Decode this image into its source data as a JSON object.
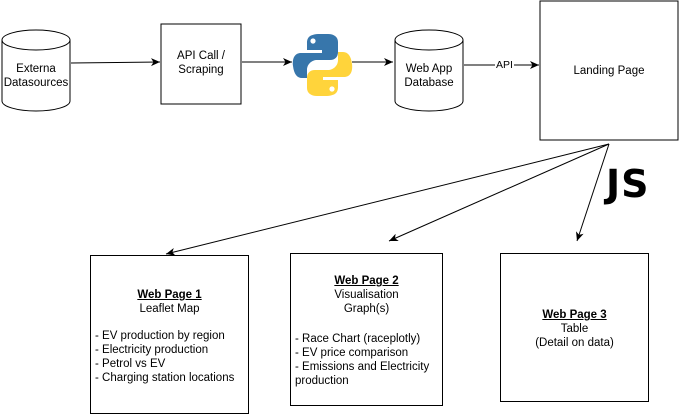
{
  "nodes": {
    "external_datasources": {
      "label_lines": [
        "Externa",
        "Datasources"
      ]
    },
    "api_call": {
      "label_lines": [
        "API Call /",
        "Scraping"
      ]
    },
    "web_app_db": {
      "label_lines": [
        "Web App",
        "Database"
      ]
    },
    "landing_page": {
      "label": "Landing Page"
    }
  },
  "edges": {
    "db_to_landing_label": "API"
  },
  "js_logo": "JS",
  "pages": [
    {
      "title": "Web Page 1",
      "subtitle_lines": [
        "Leaflet Map"
      ],
      "bullets": [
        "- EV production by region",
        "- Electricity production",
        "- Petrol vs EV",
        "- Charging station locations"
      ]
    },
    {
      "title": "Web Page 2",
      "subtitle_lines": [
        "Visualisation",
        "Graph(s)"
      ],
      "bullets": [
        "- Race Chart (raceplotly)",
        "- EV price comparison",
        "- Emissions and Electricity production"
      ]
    },
    {
      "title": "Web Page 3",
      "subtitle_lines": [
        "Table",
        "(Detail on data)"
      ],
      "bullets": []
    }
  ],
  "colors": {
    "python_blue": "#3776AB",
    "python_yellow": "#FFD43B",
    "stroke": "#000000"
  }
}
